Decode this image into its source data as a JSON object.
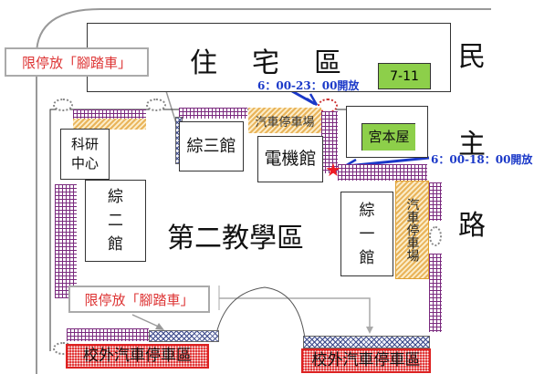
{
  "map": {
    "residential_area": "住　宅　區",
    "road": [
      "民",
      "主",
      "路"
    ],
    "teaching_area": "第二教學區",
    "buildings": {
      "keyan_center": "科研\n中心",
      "zong_san": "綜三館",
      "zong_er": [
        "綜",
        "二",
        "館"
      ],
      "zong_yi": [
        "綜",
        "一",
        "館"
      ],
      "dianji": "電機館",
      "seven_eleven": "7-11",
      "miyamoto": "宮本屋"
    },
    "parking": {
      "car_lot_top": "汽車停車場",
      "car_lot_right": "汽車停車場",
      "offcampus_left": "校外汽車停車區",
      "offcampus_right": "校外汽車停車區"
    },
    "callouts": {
      "bike_only_top": "限停放「腳踏車」",
      "bike_only_bottom": "限停放「腳踏車」"
    },
    "hours": {
      "gate_top": "6：00-23：00開放",
      "gate_right": "6：00-18：00開放"
    },
    "colors": {
      "bike_grid": "#7a2a7e",
      "car_hatch": "#e9b45a",
      "hours_text": "#1a38c8",
      "callout_text": "#dd3333",
      "offcampus_fill": "#e23b3b",
      "store_green": "#8dcf4a",
      "star": "#ee1c25"
    }
  }
}
